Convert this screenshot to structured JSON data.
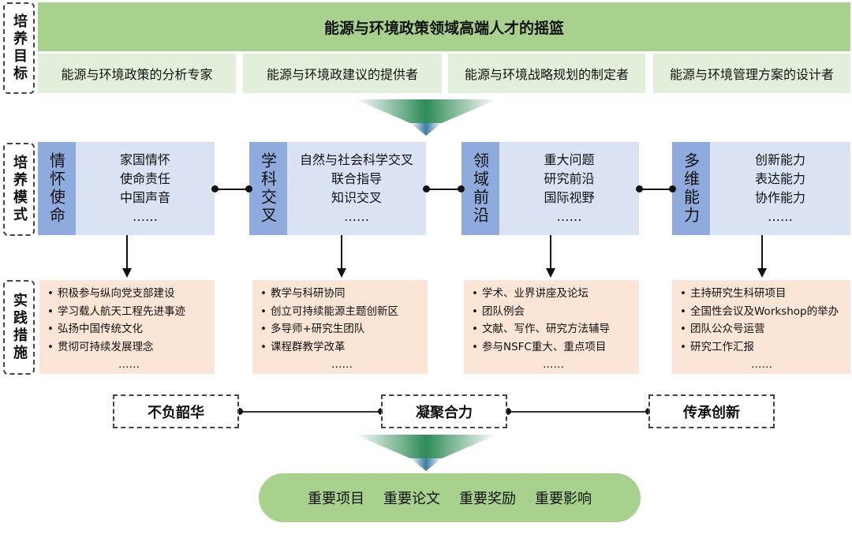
{
  "side_labels": [
    "培养目标",
    "培养模式",
    "实践措施"
  ],
  "goal": {
    "title": "能源与环境政策领域高端人才的摇篮",
    "items": [
      "能源与环境政策的分析专家",
      "能源与环境政建议的提供者",
      "能源与环境战略规划的制定者",
      "能源与环境管理方案的设计者"
    ]
  },
  "modes": [
    {
      "label": "情怀使命",
      "items": [
        "家国情怀",
        "使命责任",
        "中国声音",
        "……"
      ]
    },
    {
      "label": "学科交叉",
      "items": [
        "自然与社会科学交叉",
        "联合指导",
        "知识交叉",
        "……"
      ]
    },
    {
      "label": "领域前沿",
      "items": [
        "重大问题",
        "研究前沿",
        "国际视野",
        "……"
      ]
    },
    {
      "label": "多维能力",
      "items": [
        "创新能力",
        "表达能力",
        "协作能力",
        "……"
      ]
    }
  ],
  "practices": [
    {
      "items": [
        "积极参与纵向党支部建设",
        "学习载人航天工程先进事迹",
        "弘扬中国传统文化",
        "贯彻可持续发展理念"
      ],
      "more": "……"
    },
    {
      "items": [
        "教学与科研协同",
        "创立可持续能源主题创新区",
        "多导师+研究生团队",
        "课程群教学改革"
      ],
      "more": "……"
    },
    {
      "items": [
        "学术、业界讲座及论坛",
        "团队例会",
        "文献、写作、研究方法辅导",
        "参与NSFC重大、重点项目"
      ],
      "more": "……"
    },
    {
      "items": [
        "主持研究生科研项目",
        "全国性会议及Workshop的举办",
        "团队公众号运营",
        "研究工作汇报"
      ],
      "more": "……"
    }
  ],
  "values": [
    "不负韶华",
    "凝聚合力",
    "传承创新"
  ],
  "outcomes": [
    "重要项目",
    "重要论文",
    "重要奖励",
    "重要影响"
  ],
  "colors": {
    "banner": "#a9d18e",
    "goal_box": "#e2efda",
    "mode_label": "#8faadc",
    "mode_box": "#dae3f3",
    "practice_box": "#fbe5d6"
  }
}
